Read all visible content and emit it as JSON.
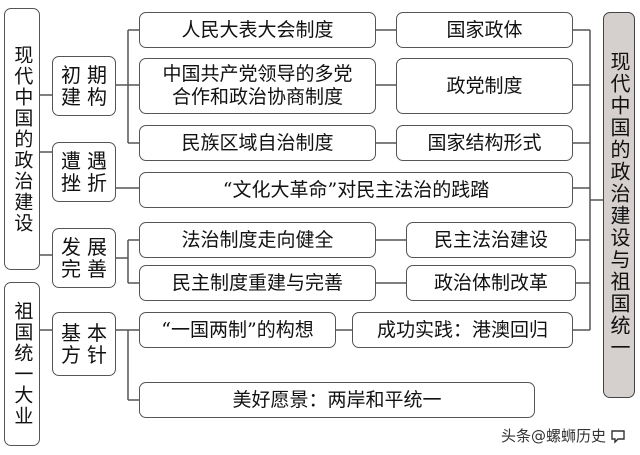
{
  "left_titles": {
    "political": "现代中国的政治建设",
    "unification": "祖国统一大业"
  },
  "right_title": "现代中国的政治建设与祖国统一",
  "stages": [
    {
      "chars": [
        "初",
        "期",
        "建",
        "构"
      ]
    },
    {
      "chars": [
        "遭",
        "遇",
        "挫",
        "折"
      ]
    },
    {
      "chars": [
        "发",
        "展",
        "完",
        "善"
      ]
    },
    {
      "chars": [
        "基",
        "本",
        "方",
        "针"
      ]
    }
  ],
  "items": {
    "npc_system": "人民大表大会制度",
    "multiparty_line1": "中国共产党领导的多党",
    "multiparty_line2": "合作和政治协商制度",
    "regional_autonomy": "民族区域自治制度",
    "cultural_revolution": "“文化大革命”对民主法治的践踏",
    "rule_of_law": "法治制度走向健全",
    "democracy_rebuild": "民主制度重建与完善",
    "one_country_two_systems": "“一国两制”的构想",
    "reunification_vision": "美好愿景：两岸和平统一"
  },
  "categories": {
    "state_polity": "国家政体",
    "party_system": "政党制度",
    "state_structure": "国家结构形式",
    "democracy_law": "民主法治建设",
    "political_reform": "政治体制改革",
    "hk_macao": "成功实践：港澳回归"
  },
  "watermark": {
    "text": "头条@螺蛳历史",
    "icon": "chat-bubble-icon"
  }
}
